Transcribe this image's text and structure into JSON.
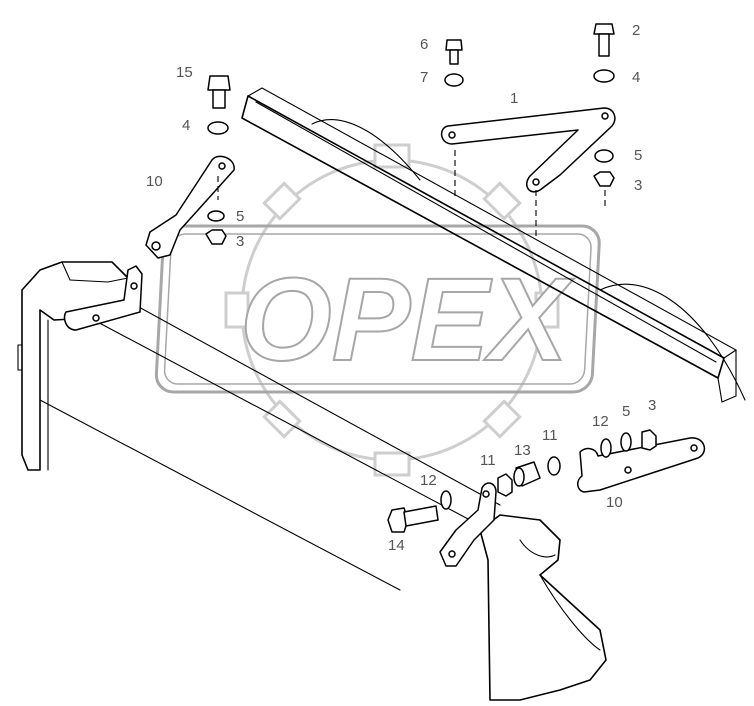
{
  "watermark": {
    "text": "OPEX"
  },
  "callouts": {
    "c1": "1",
    "c2": "2",
    "c3a": "3",
    "c3b": "3",
    "c3c": "3",
    "c4a": "4",
    "c4b": "4",
    "c5a": "5",
    "c5b": "5",
    "c5c": "5",
    "c6": "6",
    "c7": "7",
    "c10a": "10",
    "c10b": "10",
    "c11a": "11",
    "c11b": "11",
    "c12a": "12",
    "c12b": "12",
    "c13": "13",
    "c14": "14",
    "c15": "15"
  },
  "colors": {
    "line": "#000000",
    "callout": "#555555",
    "watermark": "#a7a7a7",
    "background": "#ffffff"
  }
}
